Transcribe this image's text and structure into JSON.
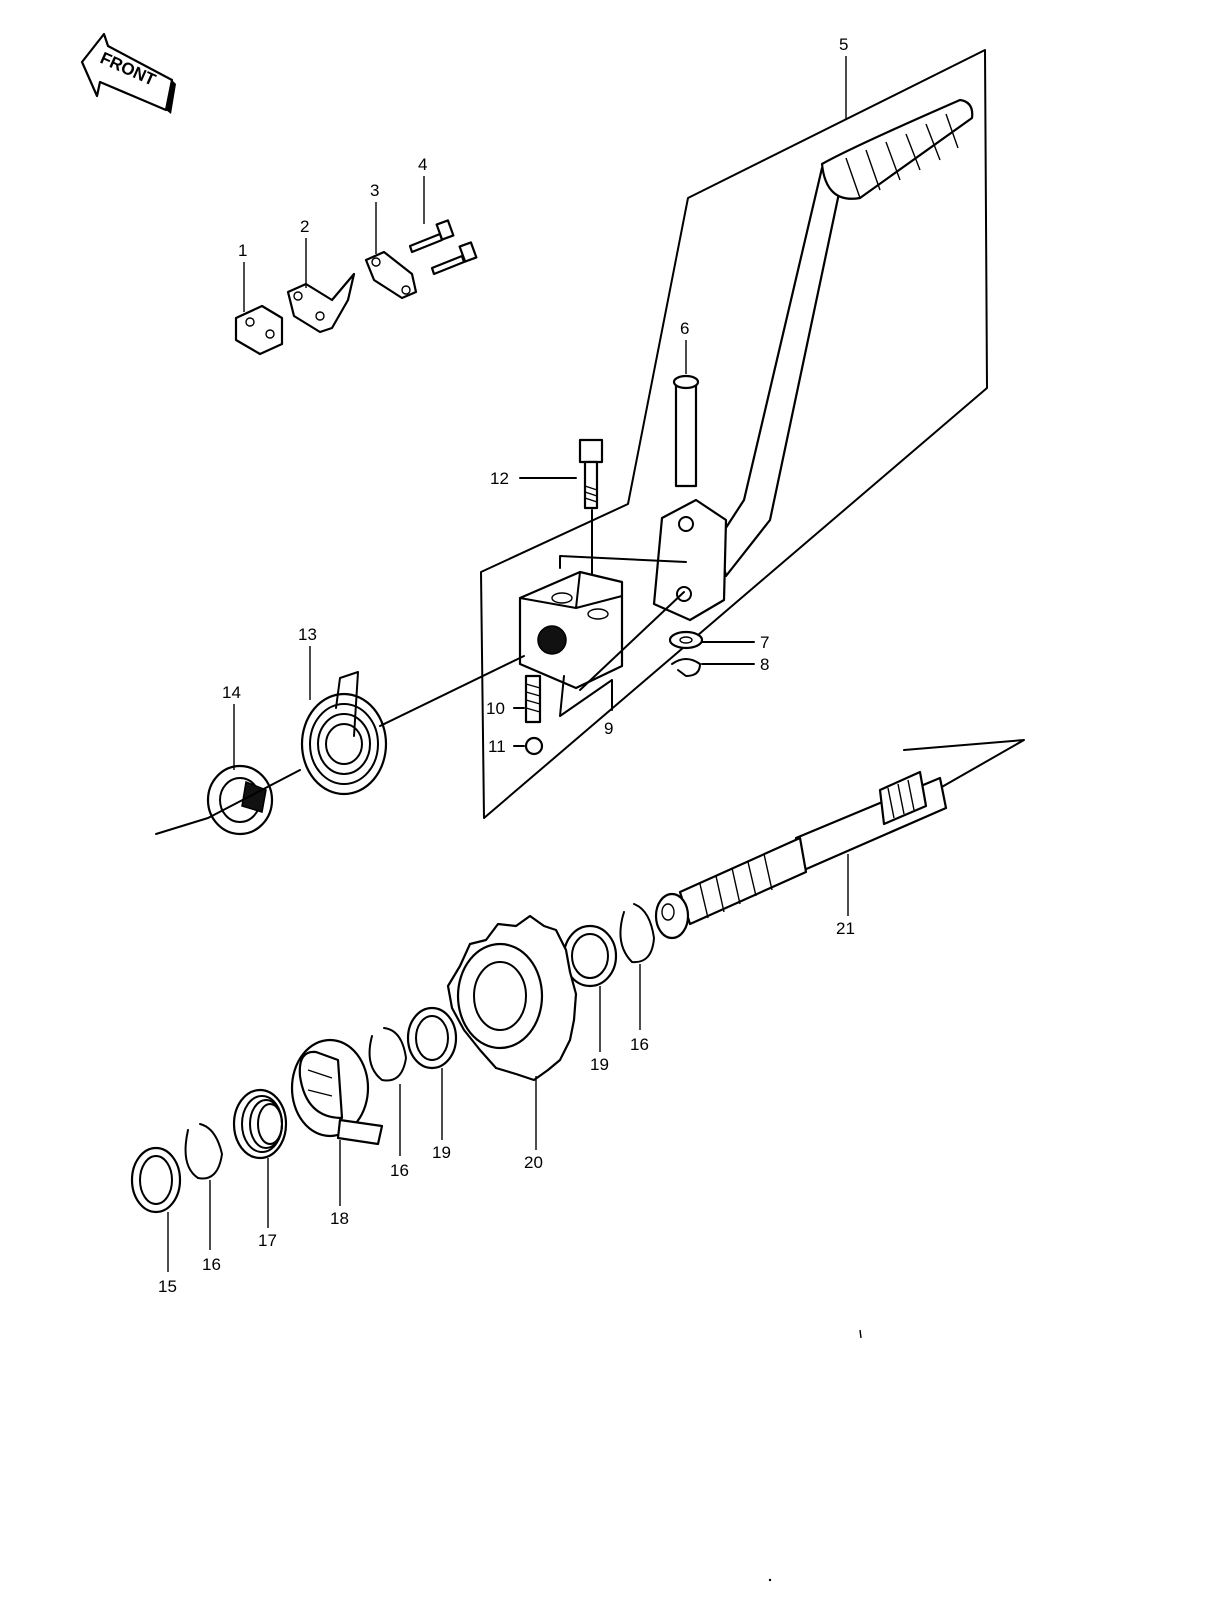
{
  "orientation_badge": {
    "text": "FRONT",
    "icon": "front-arrow-icon"
  },
  "labels": {
    "p1": "1",
    "p2": "2",
    "p3": "3",
    "p4": "4",
    "p5": "5",
    "p6": "6",
    "p7": "7",
    "p8": "8",
    "p9": "9",
    "p10": "10",
    "p11": "11",
    "p12": "12",
    "p13": "13",
    "p14": "14",
    "p15": "15",
    "p16a": "16",
    "p16b": "16",
    "p16c": "16",
    "p17": "17",
    "p18": "18",
    "p19a": "19",
    "p19b": "19",
    "p20": "20",
    "p21": "21"
  }
}
